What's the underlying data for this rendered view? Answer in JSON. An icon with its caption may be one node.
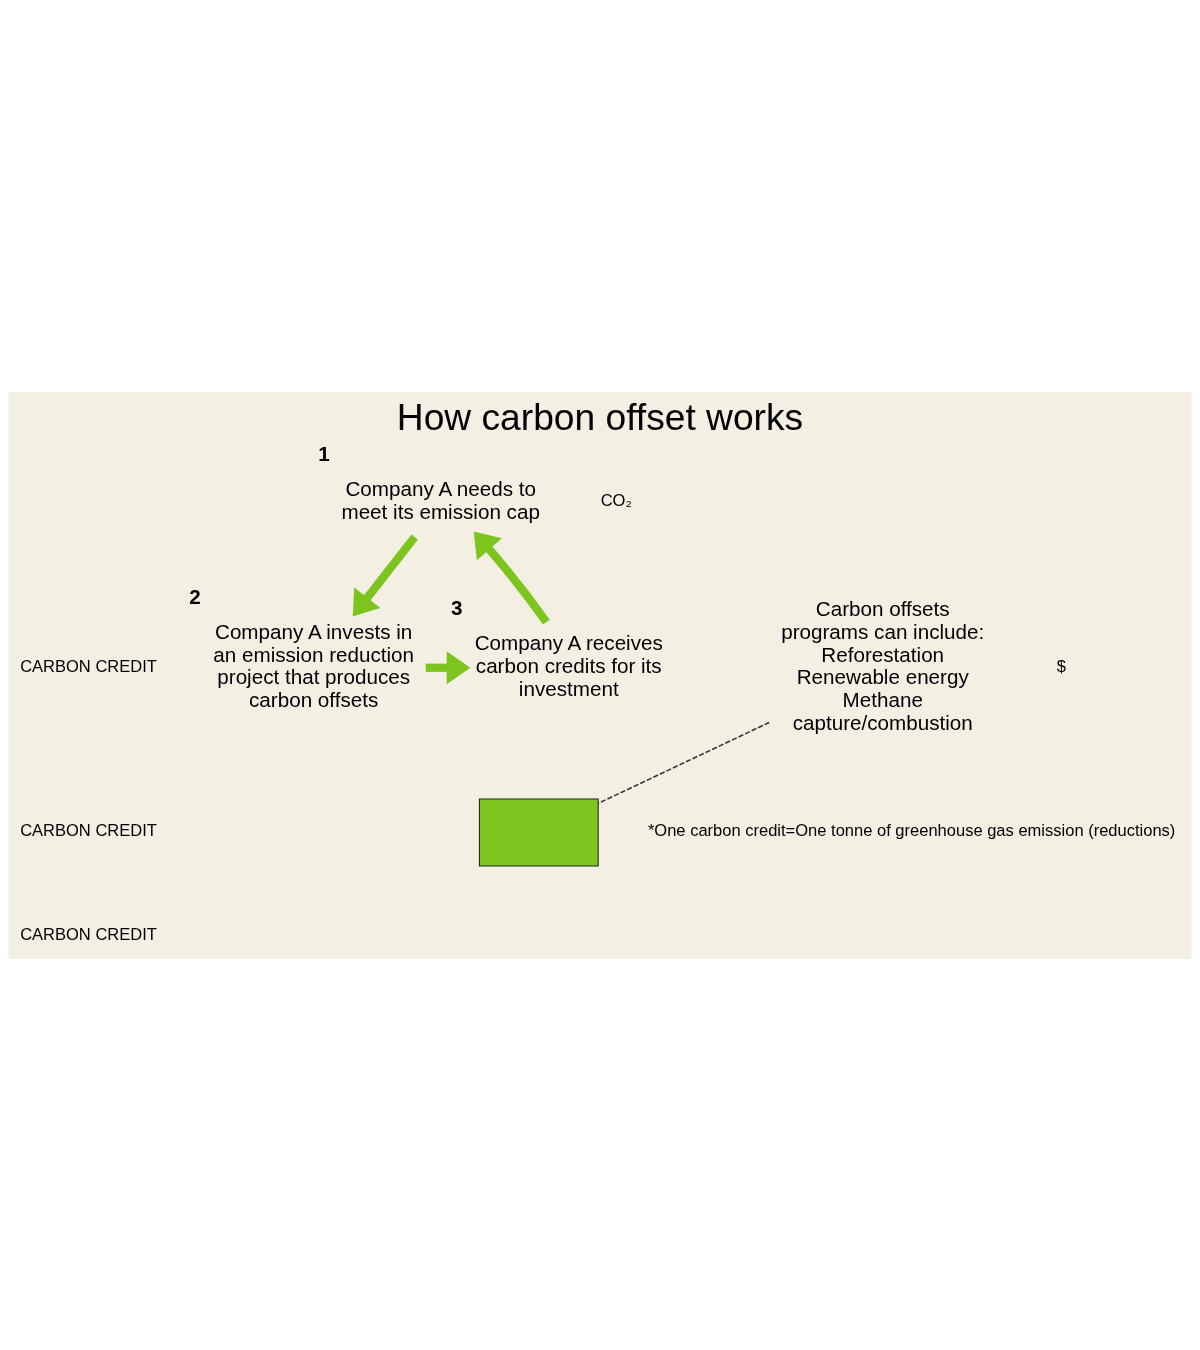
{
  "diagram": {
    "title": "How carbon offset works",
    "caption": "*One carbon credit=One tonne of greenhouse gas emission (reductions)",
    "nodes": [
      {
        "text": [
          "Company A needs to meet its emission cap"
        ],
        "beside": [
          "1"
        ]
      },
      {
        "text": [],
        "shape": "box"
      },
      {
        "text": [
          "Company A receives carbon credits for its investment"
        ],
        "beside": [
          "3"
        ]
      },
      {
        "text": [
          "Company A invests in an emission reduction project that produces carbon offsets"
        ],
        "beside": [
          "2"
        ]
      },
      {
        "text": [
          "Carbon offsets programs can include:",
          "Reforestation",
          "Renewable energy",
          "Methane capture/combustion"
        ]
      }
    ],
    "edges": [
      {
        "from": 0,
        "to": 3,
        "arrow": "to"
      },
      {
        "from": 3,
        "to": 2,
        "arrow": "to"
      },
      {
        "from": 2,
        "to": 0,
        "arrow": "to"
      },
      {
        "from": 4,
        "to": 1,
        "arrow": "none",
        "style": "dashed",
        "color": "#333333"
      }
    ],
    "labels": [
      "CO₂",
      "CARBON CREDIT",
      "CARBON CREDIT",
      "CARBON CREDIT",
      "$"
    ]
  }
}
